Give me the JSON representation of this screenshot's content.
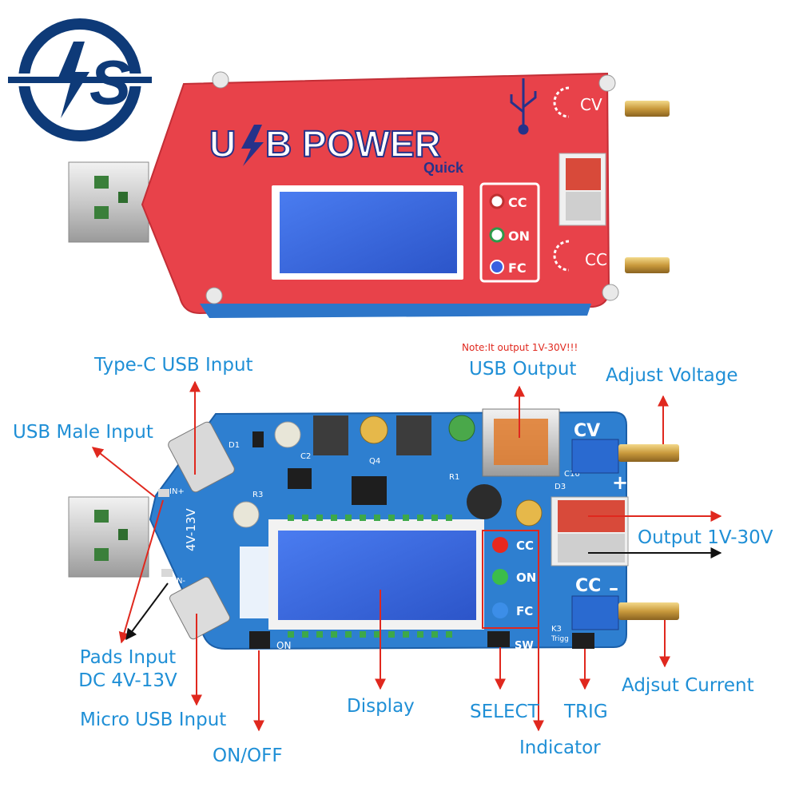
{
  "brand": {
    "logo_text": "S",
    "title_part1": "U",
    "title_part2": "B POWER",
    "subtitle": "Quick"
  },
  "top_device": {
    "cv_label": "CV",
    "cc_label": "CC",
    "plus": "+",
    "minus": "–",
    "indicator_labels": [
      "CC",
      "ON",
      "FC"
    ]
  },
  "pcb": {
    "silk_range": "4V-13V",
    "in_plus": "IN+",
    "in_minus": "IN-",
    "q4": "Q4",
    "d1": "D1",
    "c2": "C2",
    "r3": "R3",
    "r1": "R1",
    "d3": "D3",
    "c16": "C16",
    "k3": "K3",
    "trig_silk": "Trigg",
    "on_silk": "ON",
    "sw_silk": "SW",
    "cv": "CV",
    "cc": "CC",
    "plus": "+",
    "minus": "–",
    "led_labels": [
      "CC",
      "ON",
      "FC"
    ]
  },
  "callouts": {
    "note": "Note:It output 1V-30V!!!",
    "usb_output": "USB Output",
    "type_c": "Type-C USB Input",
    "adjust_voltage": "Adjust Voltage",
    "usb_male": "USB Male Input",
    "output": "Output 1V-30V",
    "pads_line1": "Pads Input",
    "pads_line2": "DC 4V-13V",
    "micro_usb": "Micro USB Input",
    "display": "Display",
    "select": "SELECT",
    "trig": "TRIG",
    "adjust_current": "Adjsut Current",
    "indicator": "Indicator",
    "on_off": "ON/OFF"
  },
  "colors": {
    "label_blue": "#1f8fd6",
    "arrow_red": "#e0281e",
    "board_red": "#e8424a",
    "pcb_blue": "#2e7fd0",
    "lcd_blue": "#3d6fe6"
  }
}
